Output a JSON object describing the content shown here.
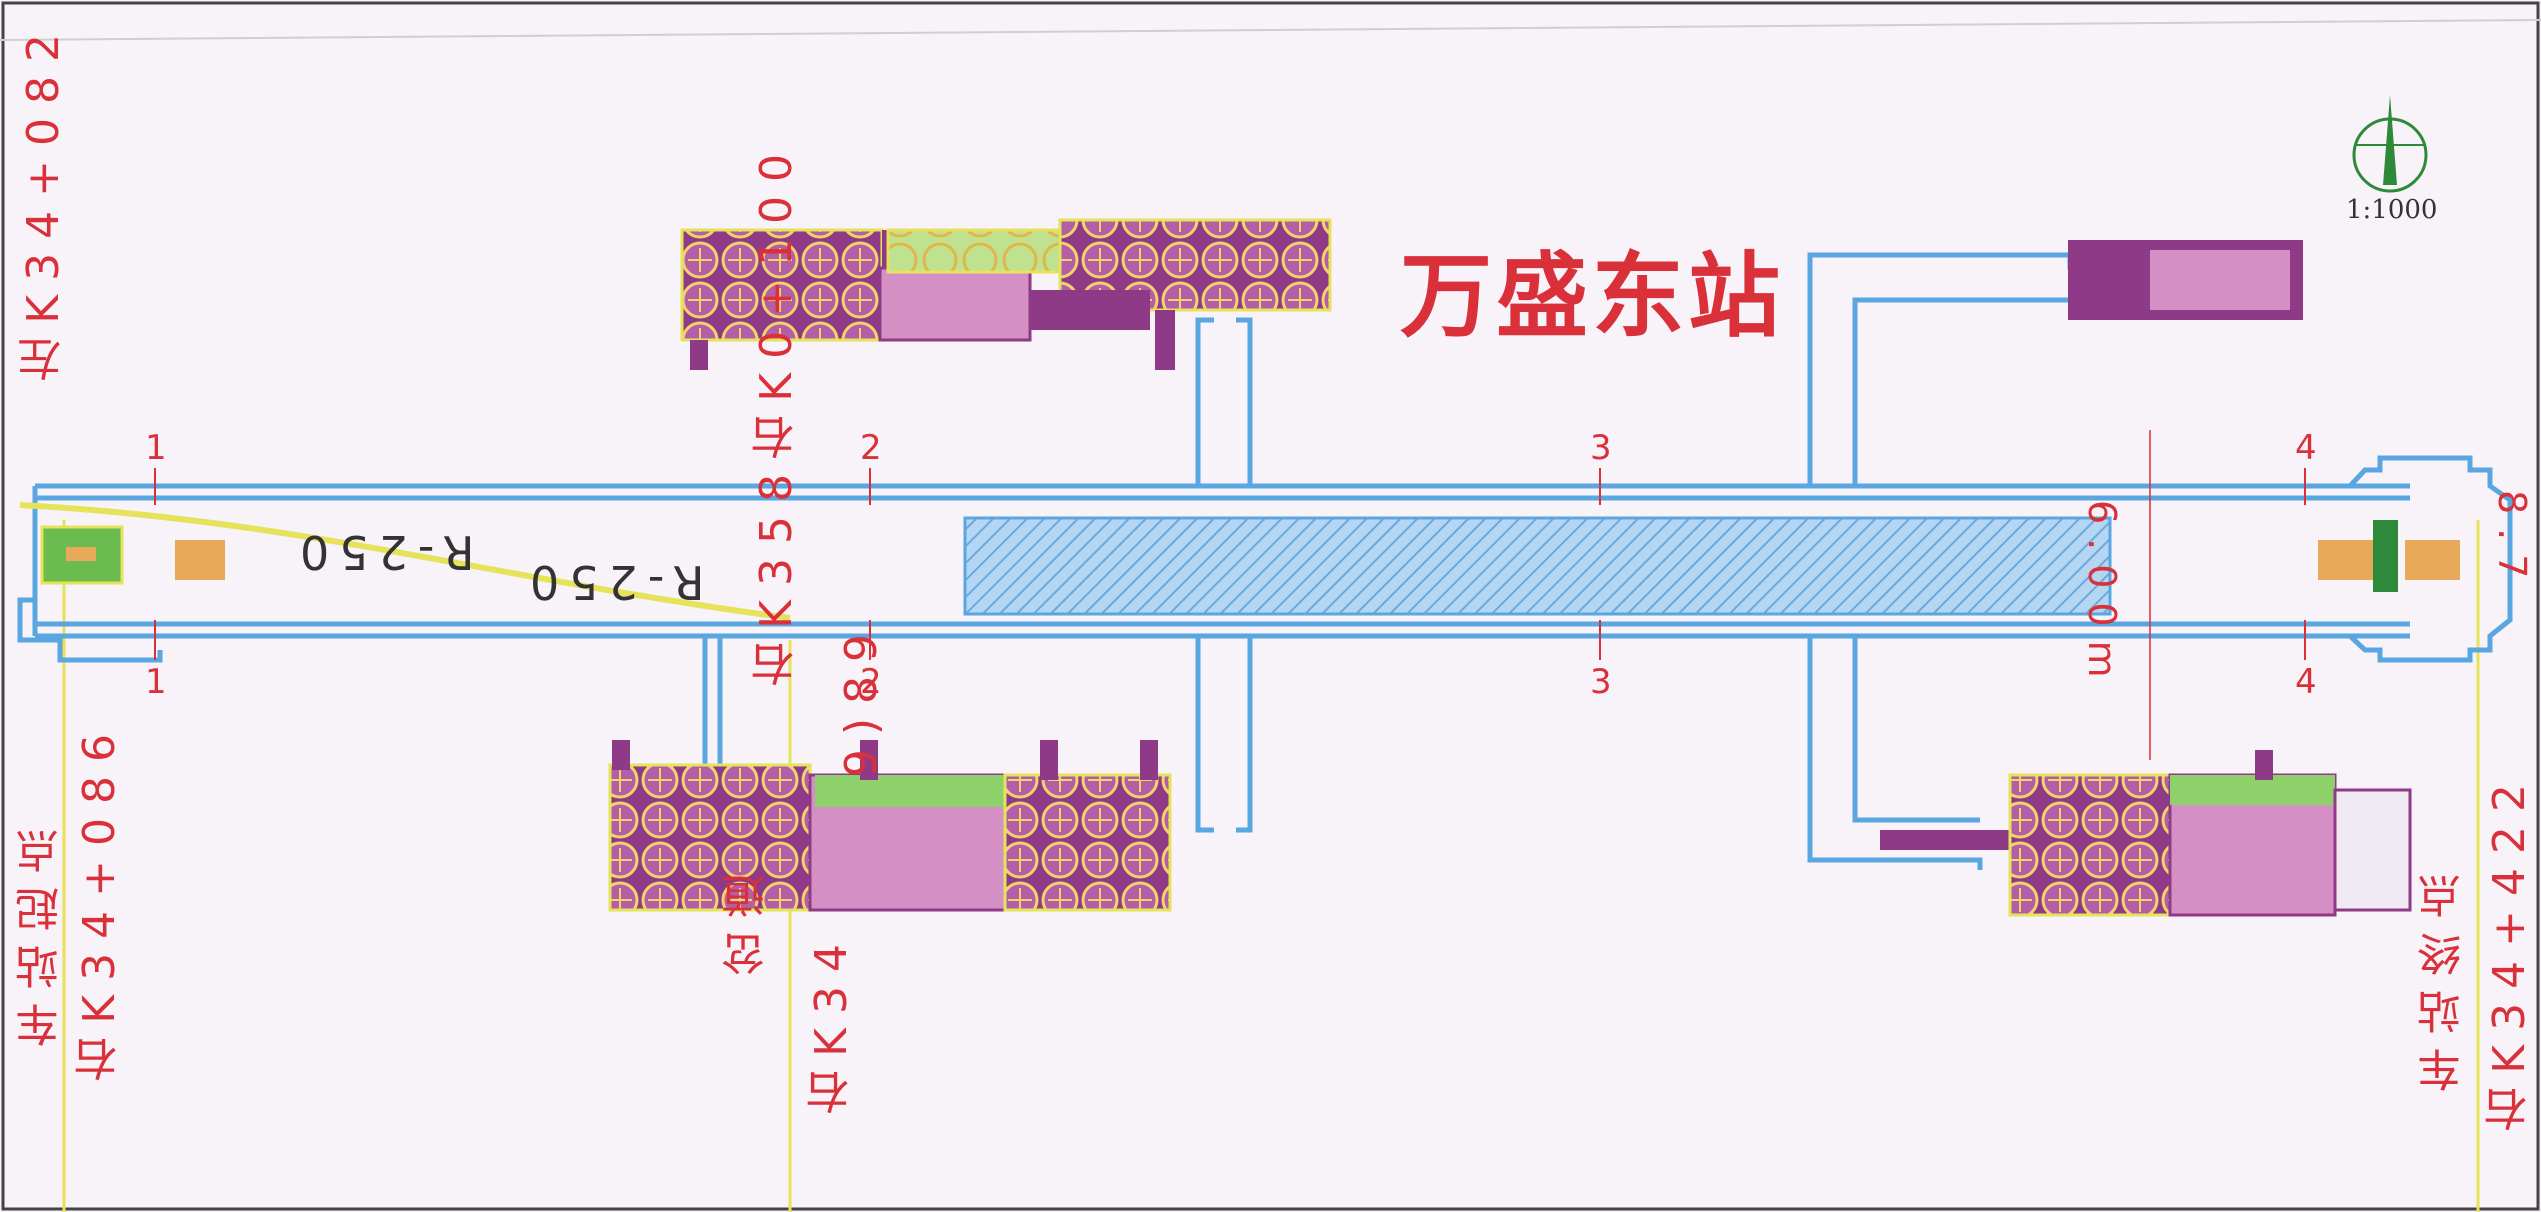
{
  "title": "万盛东站",
  "scale": "1:1000",
  "colors": {
    "outline": "#5aa6e0",
    "platform_fill": "#9cc8ee",
    "annotation": "#d9303a",
    "curve": "#e6e35a",
    "structure_purple": "#8f3a86",
    "structure_green": "#8ed16a"
  },
  "labels": {
    "left_top_chainage": "左K34+082",
    "center_top_chainage": "右K0+100",
    "center_chainage_a": "右K358",
    "center_chainage_b": "9)89",
    "start_point": "车站起点",
    "start_chainage": "右K34+086",
    "turnout": "岔道",
    "turnout_chainage": "右K34",
    "end_point": "车站终点",
    "end_chainage": "右K34+422",
    "right_edge": "8.7",
    "curve_radius": "R-250",
    "curve_radius_b": "R-250",
    "platform_width": "6.00m"
  },
  "section_marks": [
    "1",
    "1",
    "2",
    "2",
    "3",
    "3",
    "4",
    "4"
  ],
  "icons": [
    "north-arrow-icon"
  ]
}
